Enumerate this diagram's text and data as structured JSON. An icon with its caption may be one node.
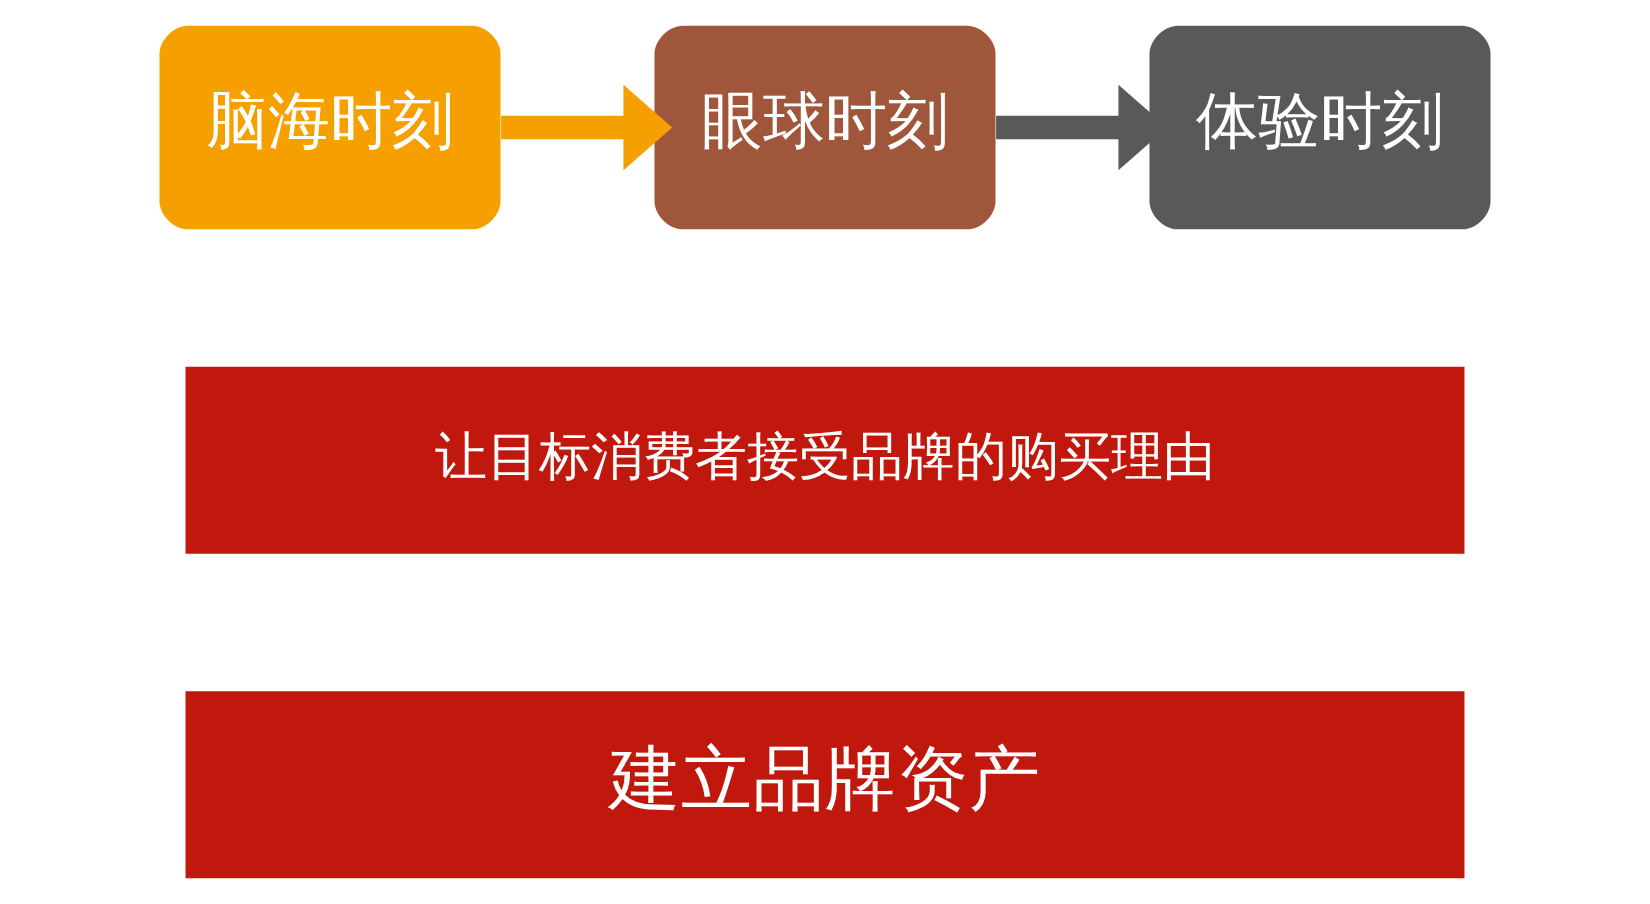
{
  "diagram": {
    "nodes": [
      {
        "text": [
          "脑海时刻"
        ]
      },
      {
        "text": [
          "眼球时刻"
        ]
      },
      {
        "text": [
          "体验时刻"
        ]
      },
      {
        "text": [
          "让目标消费者接受品牌的购买理由"
        ]
      },
      {
        "text": [
          "建立品牌资产"
        ]
      }
    ],
    "edges": [
      {
        "from": 0,
        "to": 1,
        "arrow": "to",
        "color": "#f5a000"
      },
      {
        "from": 1,
        "to": 2,
        "arrow": "to",
        "color": "#595959"
      }
    ]
  }
}
